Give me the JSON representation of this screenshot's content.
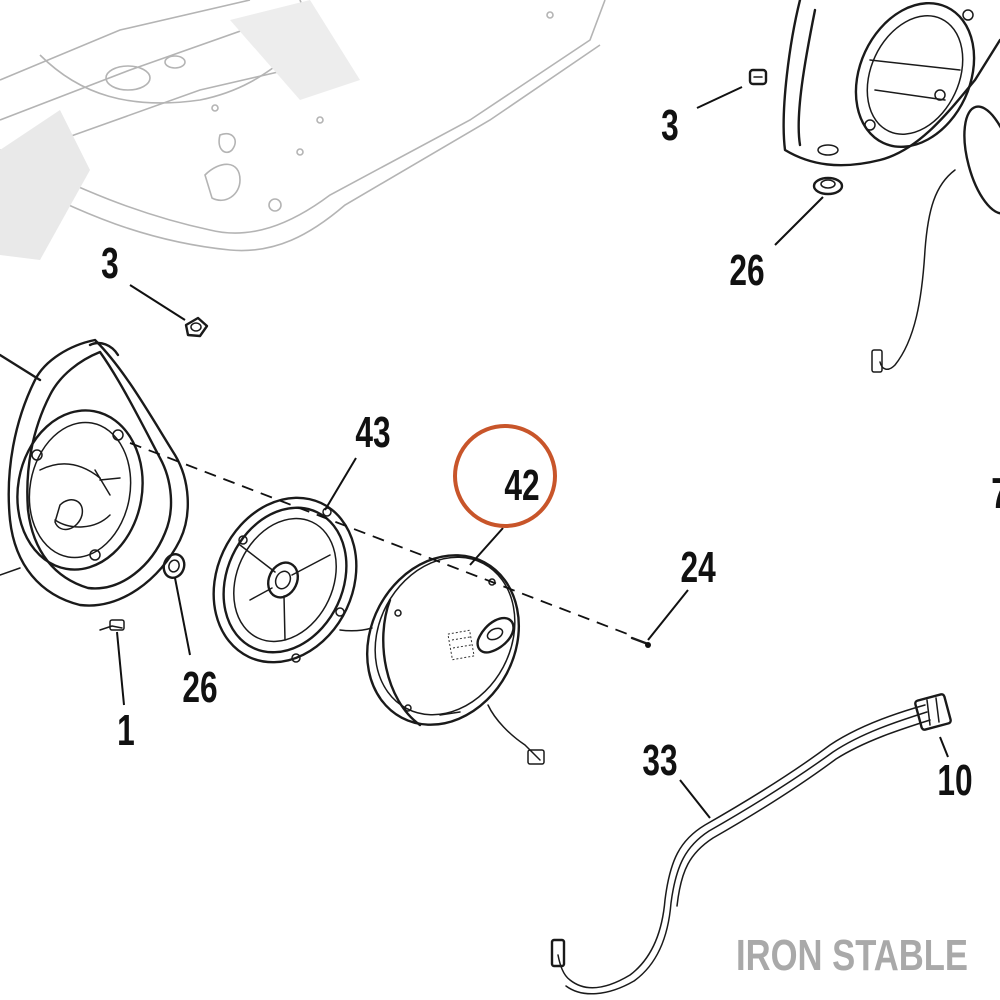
{
  "callouts": {
    "c3_top_right": "3",
    "c26_top_right": "26",
    "c3_left": "3",
    "c43": "43",
    "c42": "42",
    "c24": "24",
    "c26_left": "26",
    "c1": "1",
    "c33": "33",
    "c10": "10",
    "c7_partial": "7"
  },
  "highlight": {
    "callout": "42",
    "color": "#c8552a"
  },
  "watermark": {
    "text": "IRON STABLE",
    "color": "#a9a9a9"
  }
}
